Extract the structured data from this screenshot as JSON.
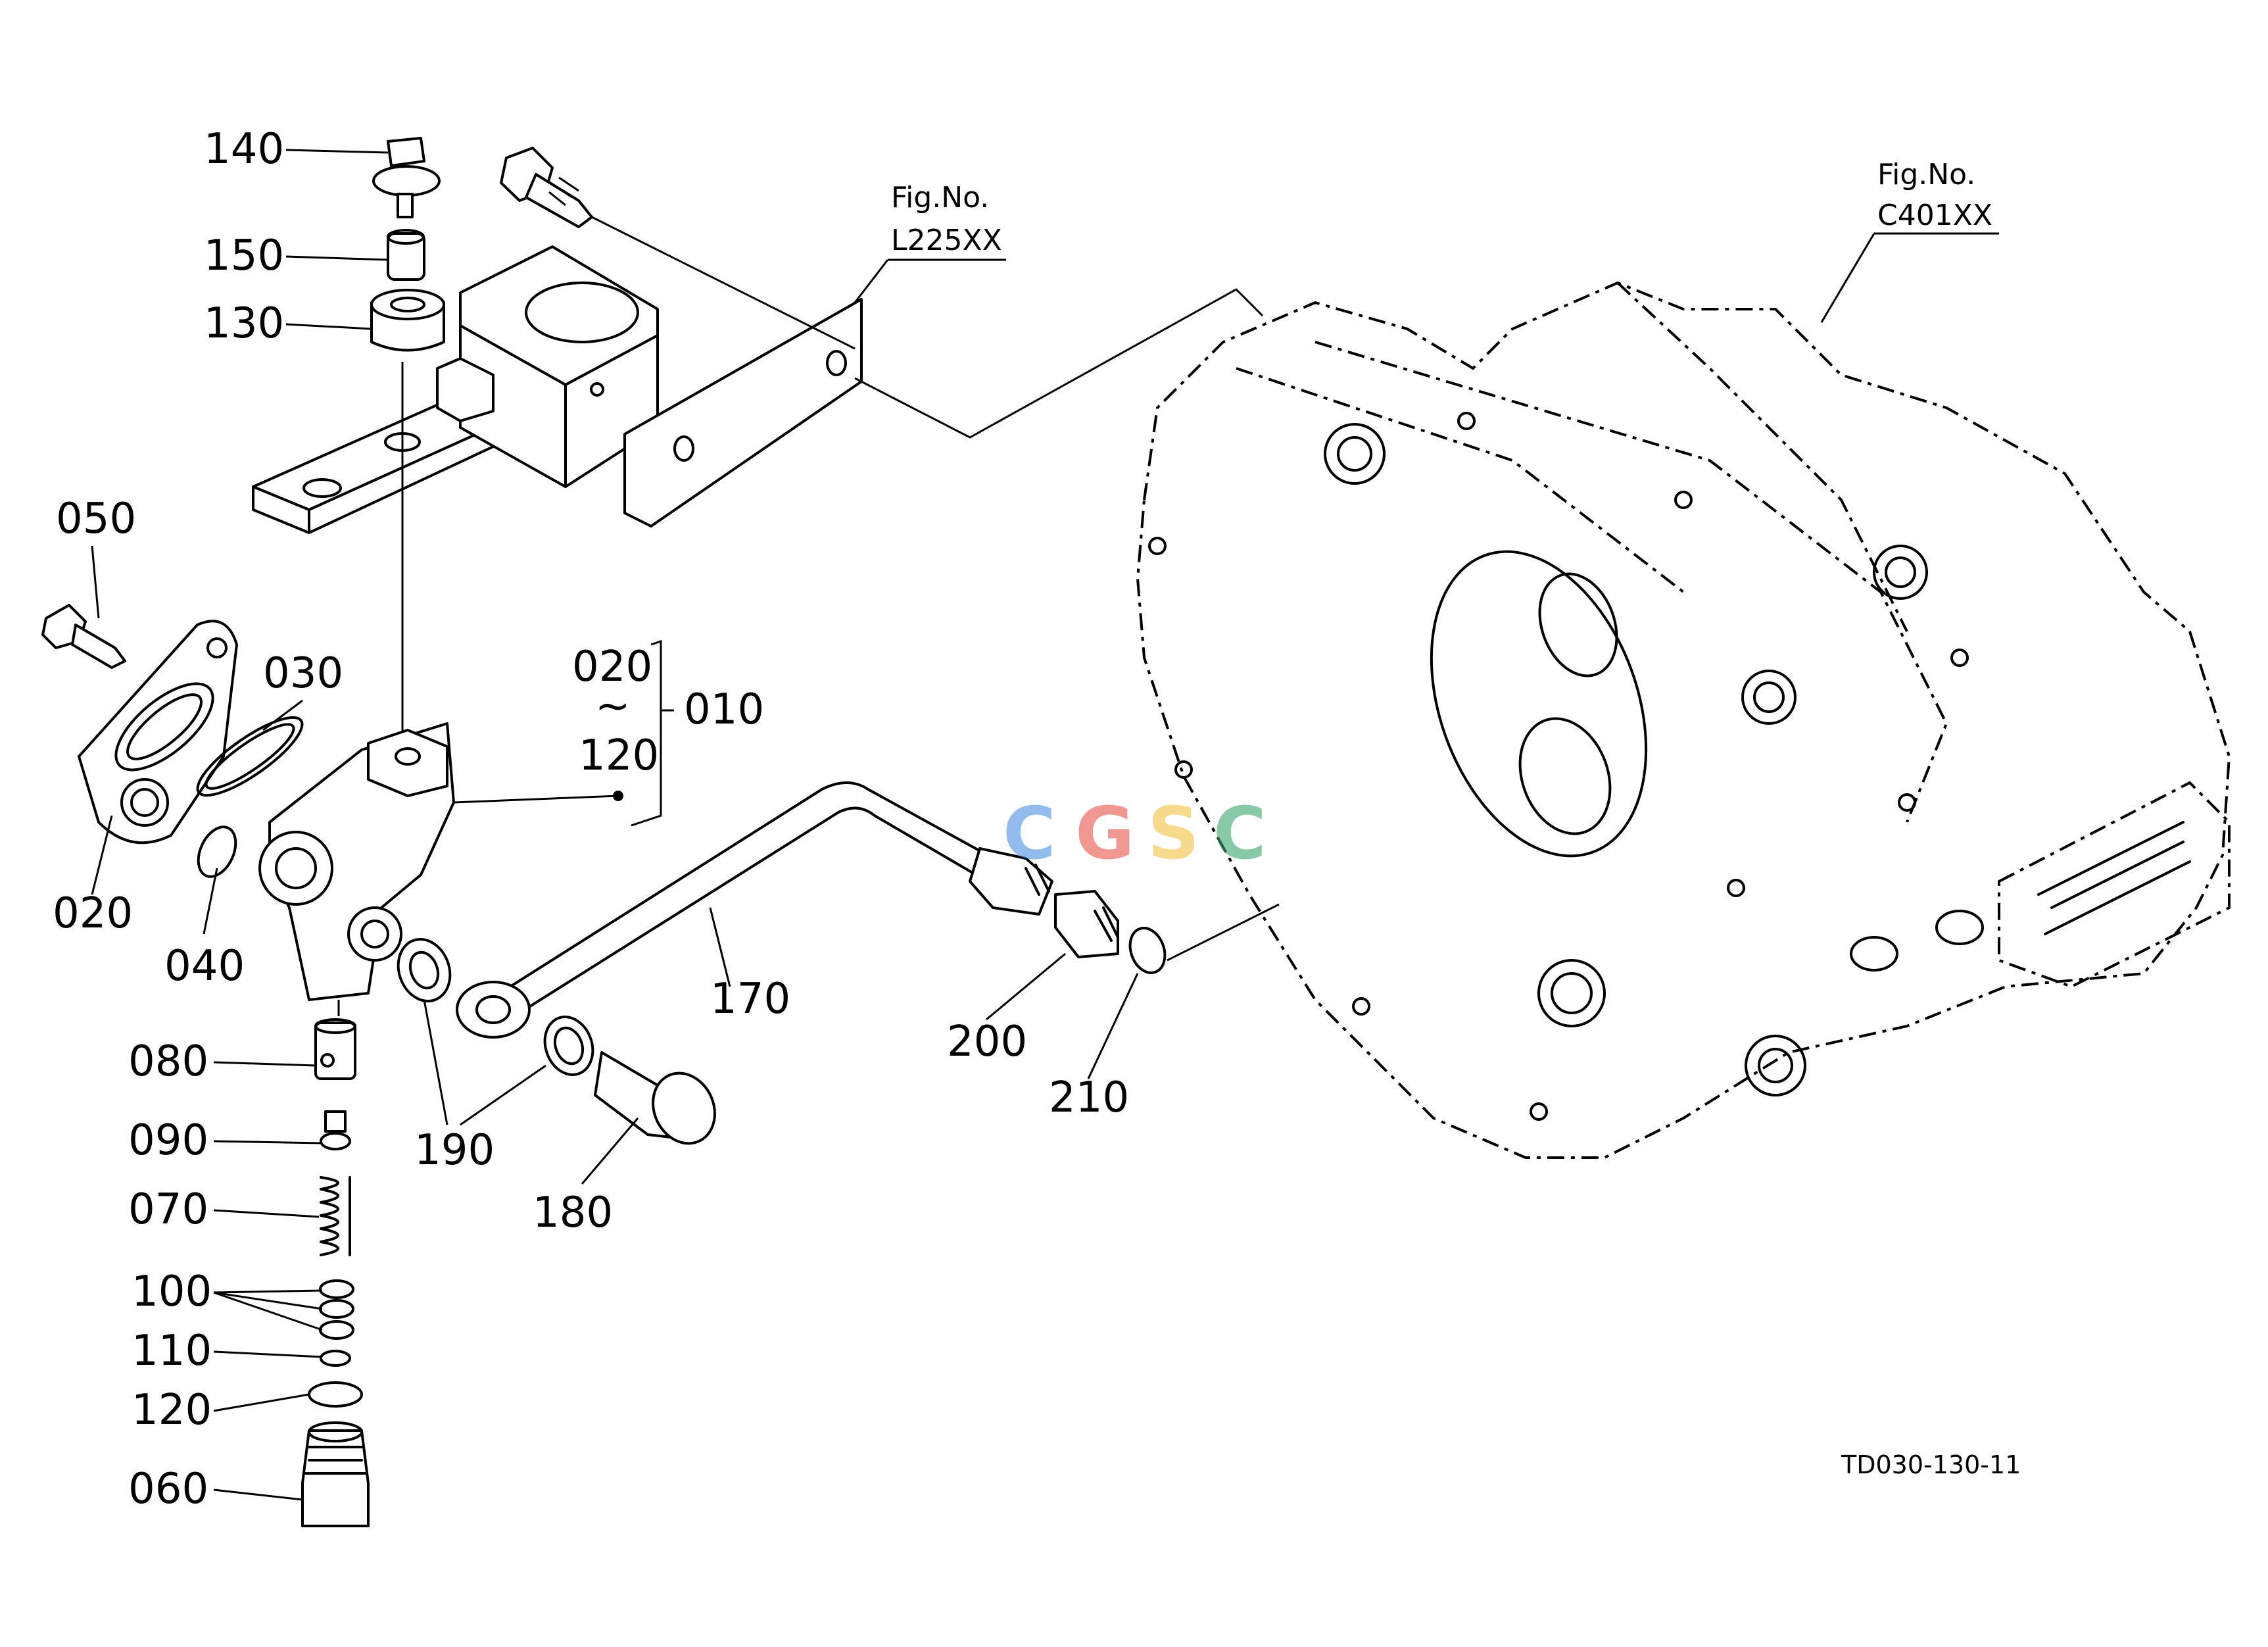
{
  "parts": {
    "p140": "140",
    "p150": "150",
    "p130": "130",
    "p050": "050",
    "p030": "030",
    "p020a": "020",
    "p020b": "020",
    "p040": "040",
    "p010": "010",
    "p120a": "120",
    "tilde": "~",
    "p080": "080",
    "p090": "090",
    "p070": "070",
    "p100": "100",
    "p110": "110",
    "p120b": "120",
    "p060": "060",
    "p190": "190",
    "p170": "170",
    "p180": "180",
    "p200": "200",
    "p210": "210"
  },
  "figrefs": {
    "left_title": "Fig.No.",
    "left_code": "L225XX",
    "right_title": "Fig.No.",
    "right_code": "C401XX"
  },
  "drawing_code": "TD030-130-11",
  "watermark": {
    "letters": [
      "C",
      "G",
      "S",
      "C"
    ],
    "colors": [
      "#4a90e2",
      "#e8534a",
      "#f5c242",
      "#3aa76d"
    ]
  }
}
